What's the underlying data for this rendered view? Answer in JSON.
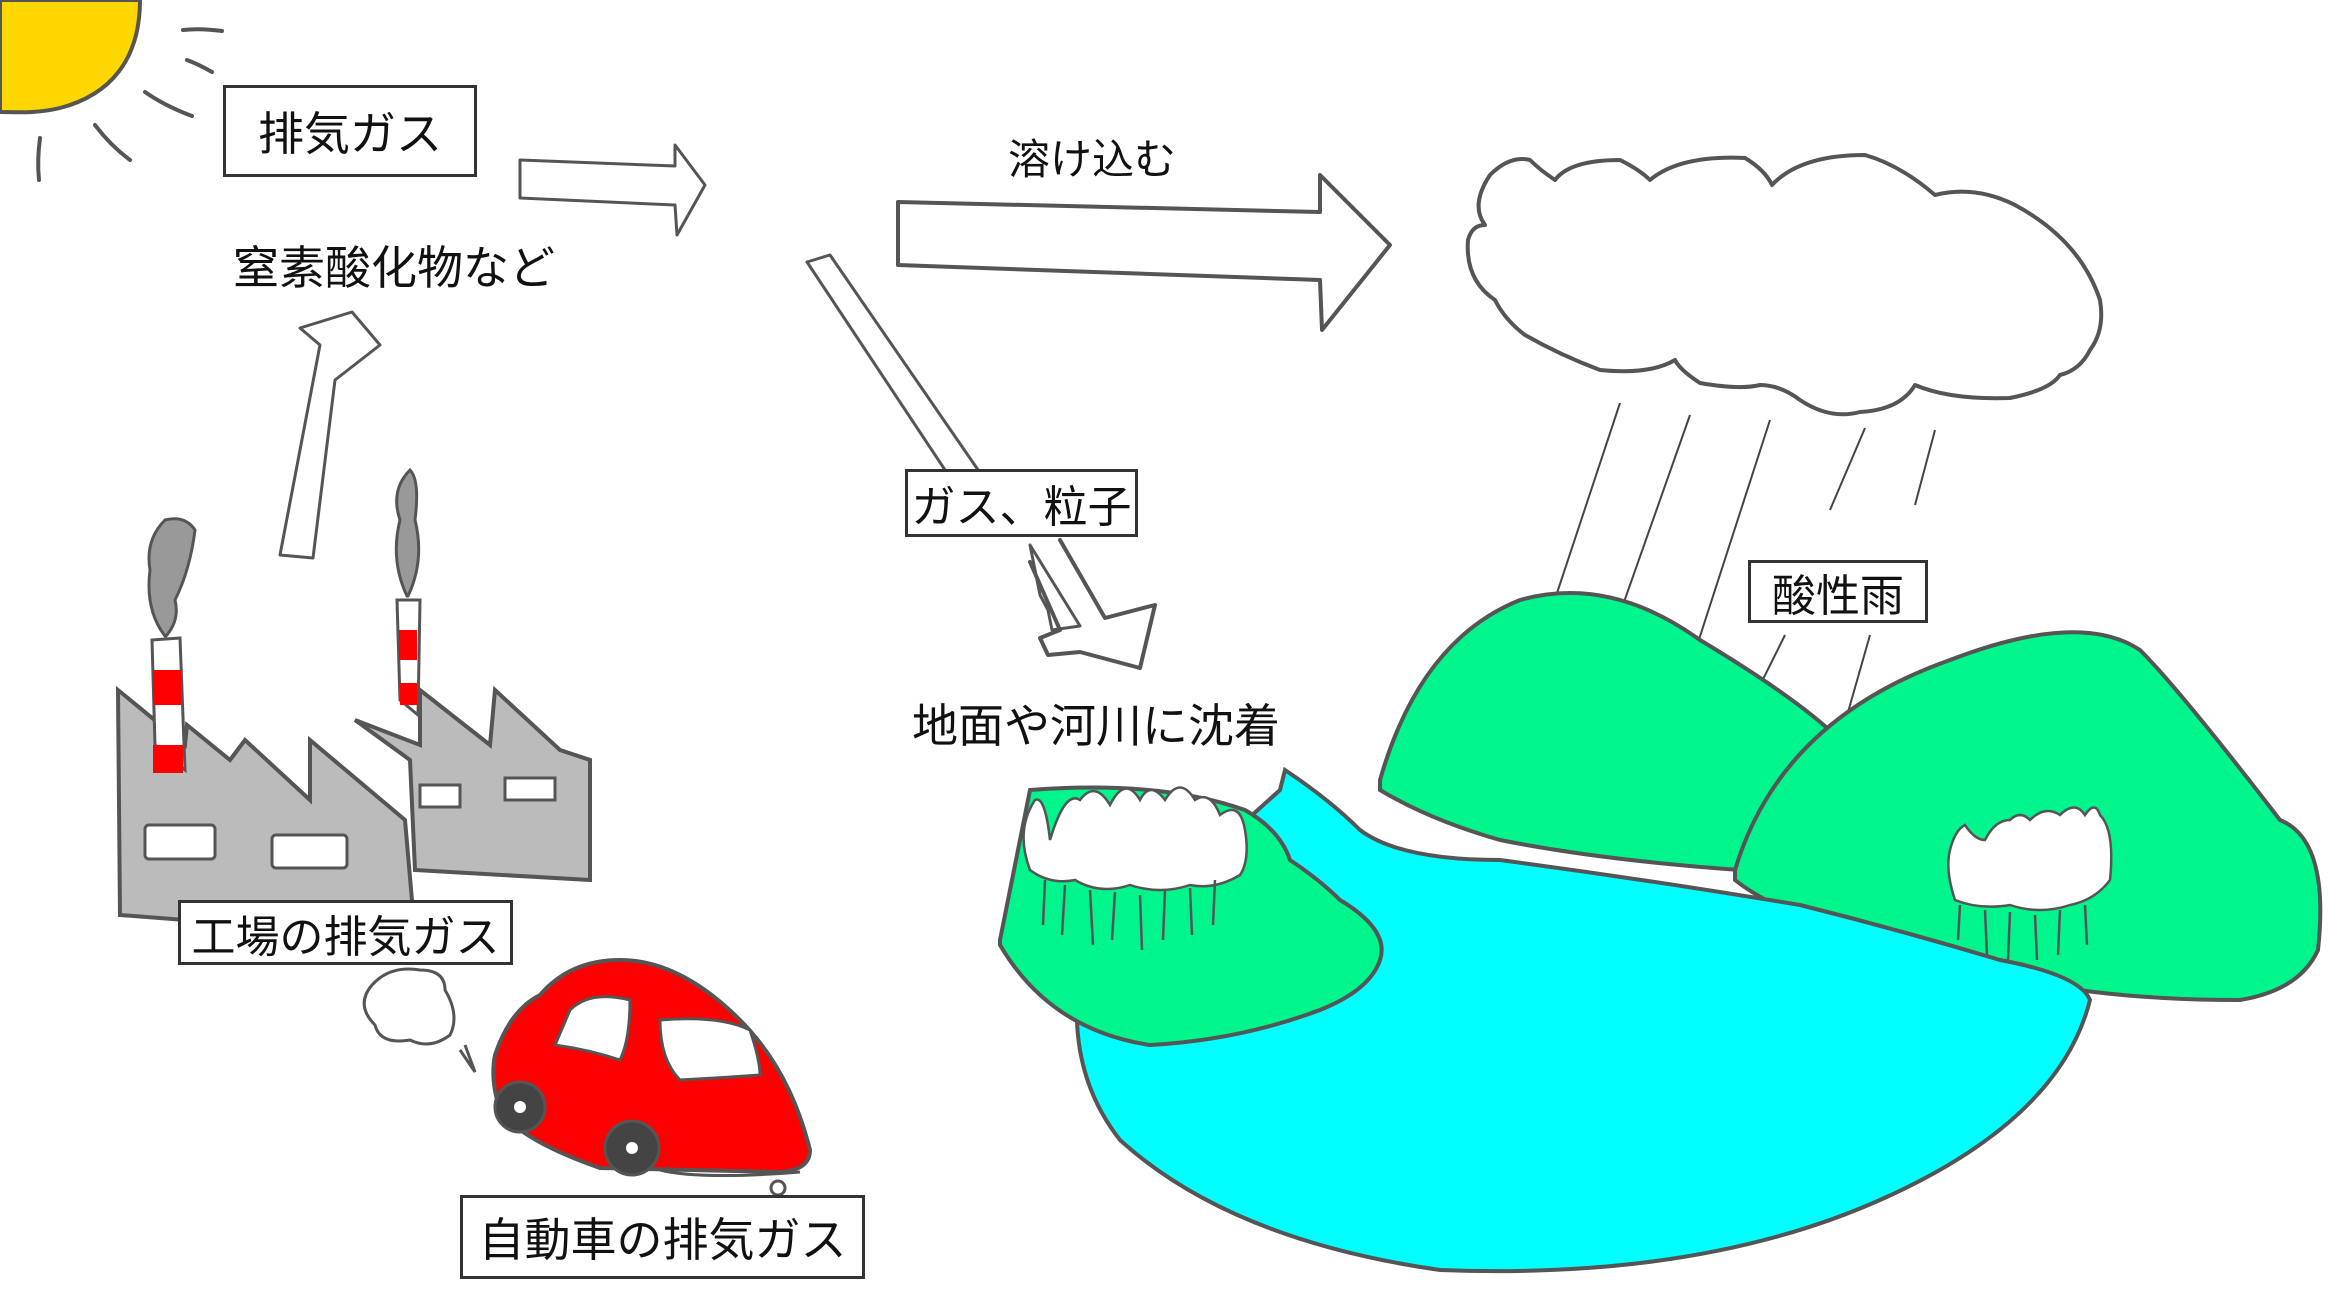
{
  "title": "酸性雨の発生の仕組み",
  "labels": {
    "exhaust_gas": "排気ガス",
    "nitrogen_oxides": "窒素酸化物など",
    "dissolve": "溶け込む",
    "gas_particles": "ガス、粒子",
    "acid_rain": "酸性雨",
    "deposition": "地面や河川に沈着",
    "factory_exhaust": "工場の排気ガス",
    "car_exhaust": "自動車の排気ガス"
  },
  "colors": {
    "sun": "#ffd700",
    "mountain": "#00f58c",
    "water": "#00ffff",
    "factory": "#bbbbbb",
    "chimney_stripe": "#ff0000",
    "car": "#ff0000",
    "tire": "#444444",
    "smoke": "#999999",
    "outline": "#555555"
  }
}
